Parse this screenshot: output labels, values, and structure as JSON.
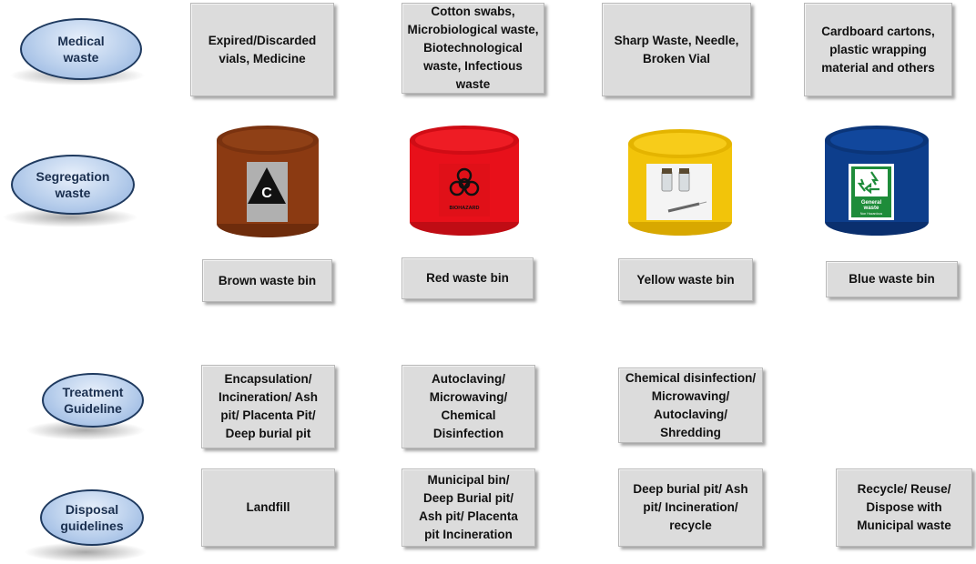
{
  "rows": {
    "medical": "Medical\nwaste",
    "segregation": "Segregation\nwaste",
    "treatment": "Treatment\nGuideline",
    "disposal": "Disposal\nguidelines"
  },
  "medical_waste": [
    "Expired/Discarded\nvials, Medicine",
    "Cotton swabs,\nMicrobiological waste,\nBiotechnological\nwaste, Infectious\nwaste",
    "Sharp Waste, Needle,\nBroken Vial",
    "Cardboard cartons,\nplastic wrapping\nmaterial and others"
  ],
  "bins": [
    {
      "label": "Brown waste bin",
      "color": "#8b3a12",
      "icon": "category-c-triangle-icon",
      "icon_text": "C"
    },
    {
      "label": "Red waste bin",
      "color": "#e8101a",
      "icon": "biohazard-icon",
      "icon_text": "BIOHAZARD"
    },
    {
      "label": "Yellow waste bin",
      "color": "#f2c40a",
      "icon": "vials-syringe-icon"
    },
    {
      "label": "Blue waste bin",
      "color": "#0d3e8c",
      "icon": "recycle-icon",
      "icon_text": "General\nwaste",
      "icon_subtext": "Non Hazardous"
    }
  ],
  "treatment": [
    "Encapsulation/\nIncineration/ Ash\npit/ Placenta Pit/\nDeep burial pit",
    "Autoclaving/\nMicrowaving/\nChemical\nDisinfection",
    "Chemical disinfection/\nMicrowaving/\nAutoclaving/\nShredding"
  ],
  "disposal": [
    "Landfill",
    "Municipal bin/\nDeep Burial pit/\nAsh pit/ Placenta\npit Incineration",
    "Deep burial pit/ Ash\npit/ Incineration/\nrecycle",
    "Recycle/ Reuse/\nDispose with\nMunicipal waste"
  ]
}
